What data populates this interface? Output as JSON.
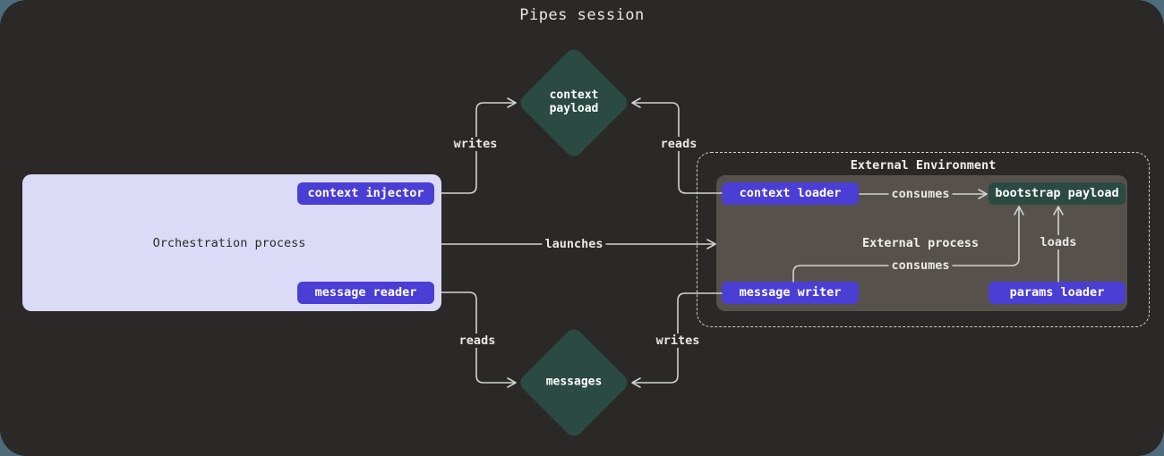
{
  "title": "Pipes session",
  "colors": {
    "page_bg": "#4e6b7b",
    "canvas_bg": "#2a2927",
    "accent_purple": "#4b3ed5",
    "node_green": "#2b4a41",
    "process_gray": "#56524b",
    "orchestration_lavender": "#dcdbf7",
    "line_gray": "#d2d2d2"
  },
  "orchestration": {
    "label": "Orchestration process",
    "context_injector_label": "context injector",
    "message_reader_label": "message reader"
  },
  "external": {
    "title": "External Environment",
    "process_label": "External process",
    "context_loader_label": "context loader",
    "bootstrap_payload_label": "bootstrap payload",
    "message_writer_label": "message writer",
    "params_loader_label": "params loader"
  },
  "diamonds": {
    "context_payload_label": "context\npayload",
    "messages_label": "messages"
  },
  "edges": {
    "writes_top": "writes",
    "reads_top": "reads",
    "launches": "launches",
    "consumes_top": "consumes",
    "consumes_bottom": "consumes",
    "loads": "loads",
    "reads_bottom": "reads",
    "writes_bottom": "writes"
  }
}
